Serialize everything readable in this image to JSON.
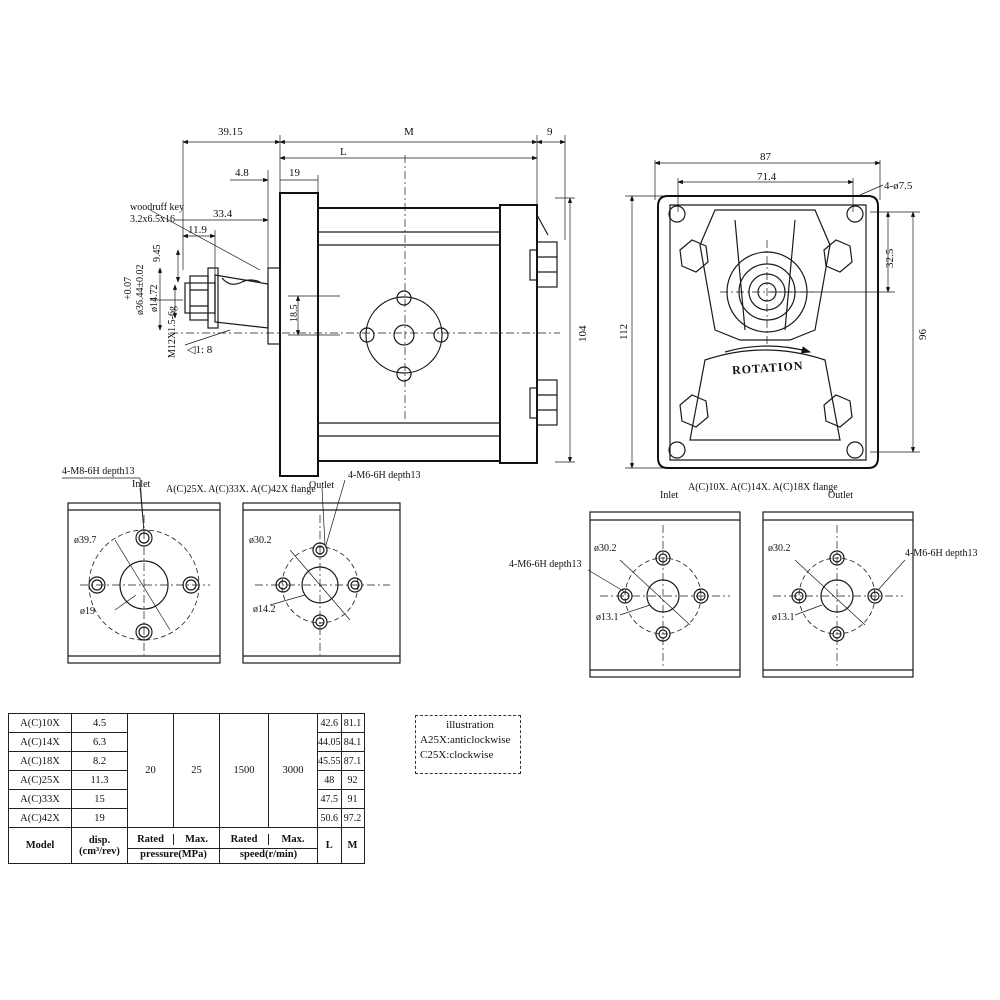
{
  "dims": {
    "d_39_15": "39.15",
    "d_M": "M",
    "d_9": "9",
    "d_L": "L",
    "d_4_8": "4.8",
    "d_19": "19",
    "d_33_4": "33.4",
    "d_11_9": "11.9",
    "d_9_45": "9.45",
    "d_14_72": "ø14.72",
    "d_36_44": "ø36.44±0.02",
    "d_0_07": "+0.07",
    "d_thread": "M12X1.5-6g",
    "d_taper": "◁1: 8",
    "d_18_5": "18.5",
    "d_104": "104",
    "d_112": "112",
    "d_87": "87",
    "d_71_4": "71.4",
    "d_4_75": "4-ø7.5",
    "d_32_5": "32.5",
    "d_96": "96",
    "woodruff_1": "woodruff key",
    "woodruff_2": "3.2x6.5x16",
    "rotation": "ROTATION"
  },
  "flanges": {
    "left_title": "A(C)25X. A(C)33X. A(C)42X  flange",
    "right_title": "A(C)10X. A(C)14X. A(C)18X  flange",
    "f1_thread": "4-M8-6H depth13",
    "f1_inlet": "Inlet",
    "f1_d1": "ø39.7",
    "f1_d2": "ø19",
    "f2_thread": "4-M6-6H depth13",
    "f2_outlet": "Outlet",
    "f2_d1": "ø30.2",
    "f2_d2": "ø14.2",
    "f3_thread": "4-M6-6H depth13",
    "f3_inlet": "Inlet",
    "f3_d1": "ø30.2",
    "f3_d2": "ø13.1",
    "f4_thread": "4-M6-6H depth13",
    "f4_outlet": "Outlet",
    "f4_d1": "ø30.2",
    "f4_d2": "ø13.1"
  },
  "table": {
    "rows": [
      {
        "model": "A(C)10X",
        "disp": "4.5",
        "L": "42.6",
        "M": "81.1"
      },
      {
        "model": "A(C)14X",
        "disp": "6.3",
        "L": "44.05",
        "M": "84.1"
      },
      {
        "model": "A(C)18X",
        "disp": "8.2",
        "L": "45.55",
        "M": "87.1"
      },
      {
        "model": "A(C)25X",
        "disp": "11.3",
        "L": "48",
        "M": "92"
      },
      {
        "model": "A(C)33X",
        "disp": "15",
        "L": "47.5",
        "M": "91"
      },
      {
        "model": "A(C)42X",
        "disp": "19",
        "L": "50.6",
        "M": "97.2"
      }
    ],
    "rated_pressure": "20",
    "max_pressure": "25",
    "rated_speed": "1500",
    "max_speed": "3000",
    "hdr_model": "Model",
    "hdr_disp_1": "disp.",
    "hdr_disp_2": "(cm³/rev)",
    "hdr_rated": "Rated",
    "hdr_max": "Max.",
    "hdr_pressure": "pressure(MPa)",
    "hdr_rated2": "Rated",
    "hdr_max2": "Max.",
    "hdr_speed": "speed(r/min)",
    "hdr_L": "L",
    "hdr_M": "M"
  },
  "illustration": {
    "title": "illustration",
    "line1": "A25X:anticlockwise",
    "line2": "C25X:clockwise"
  }
}
